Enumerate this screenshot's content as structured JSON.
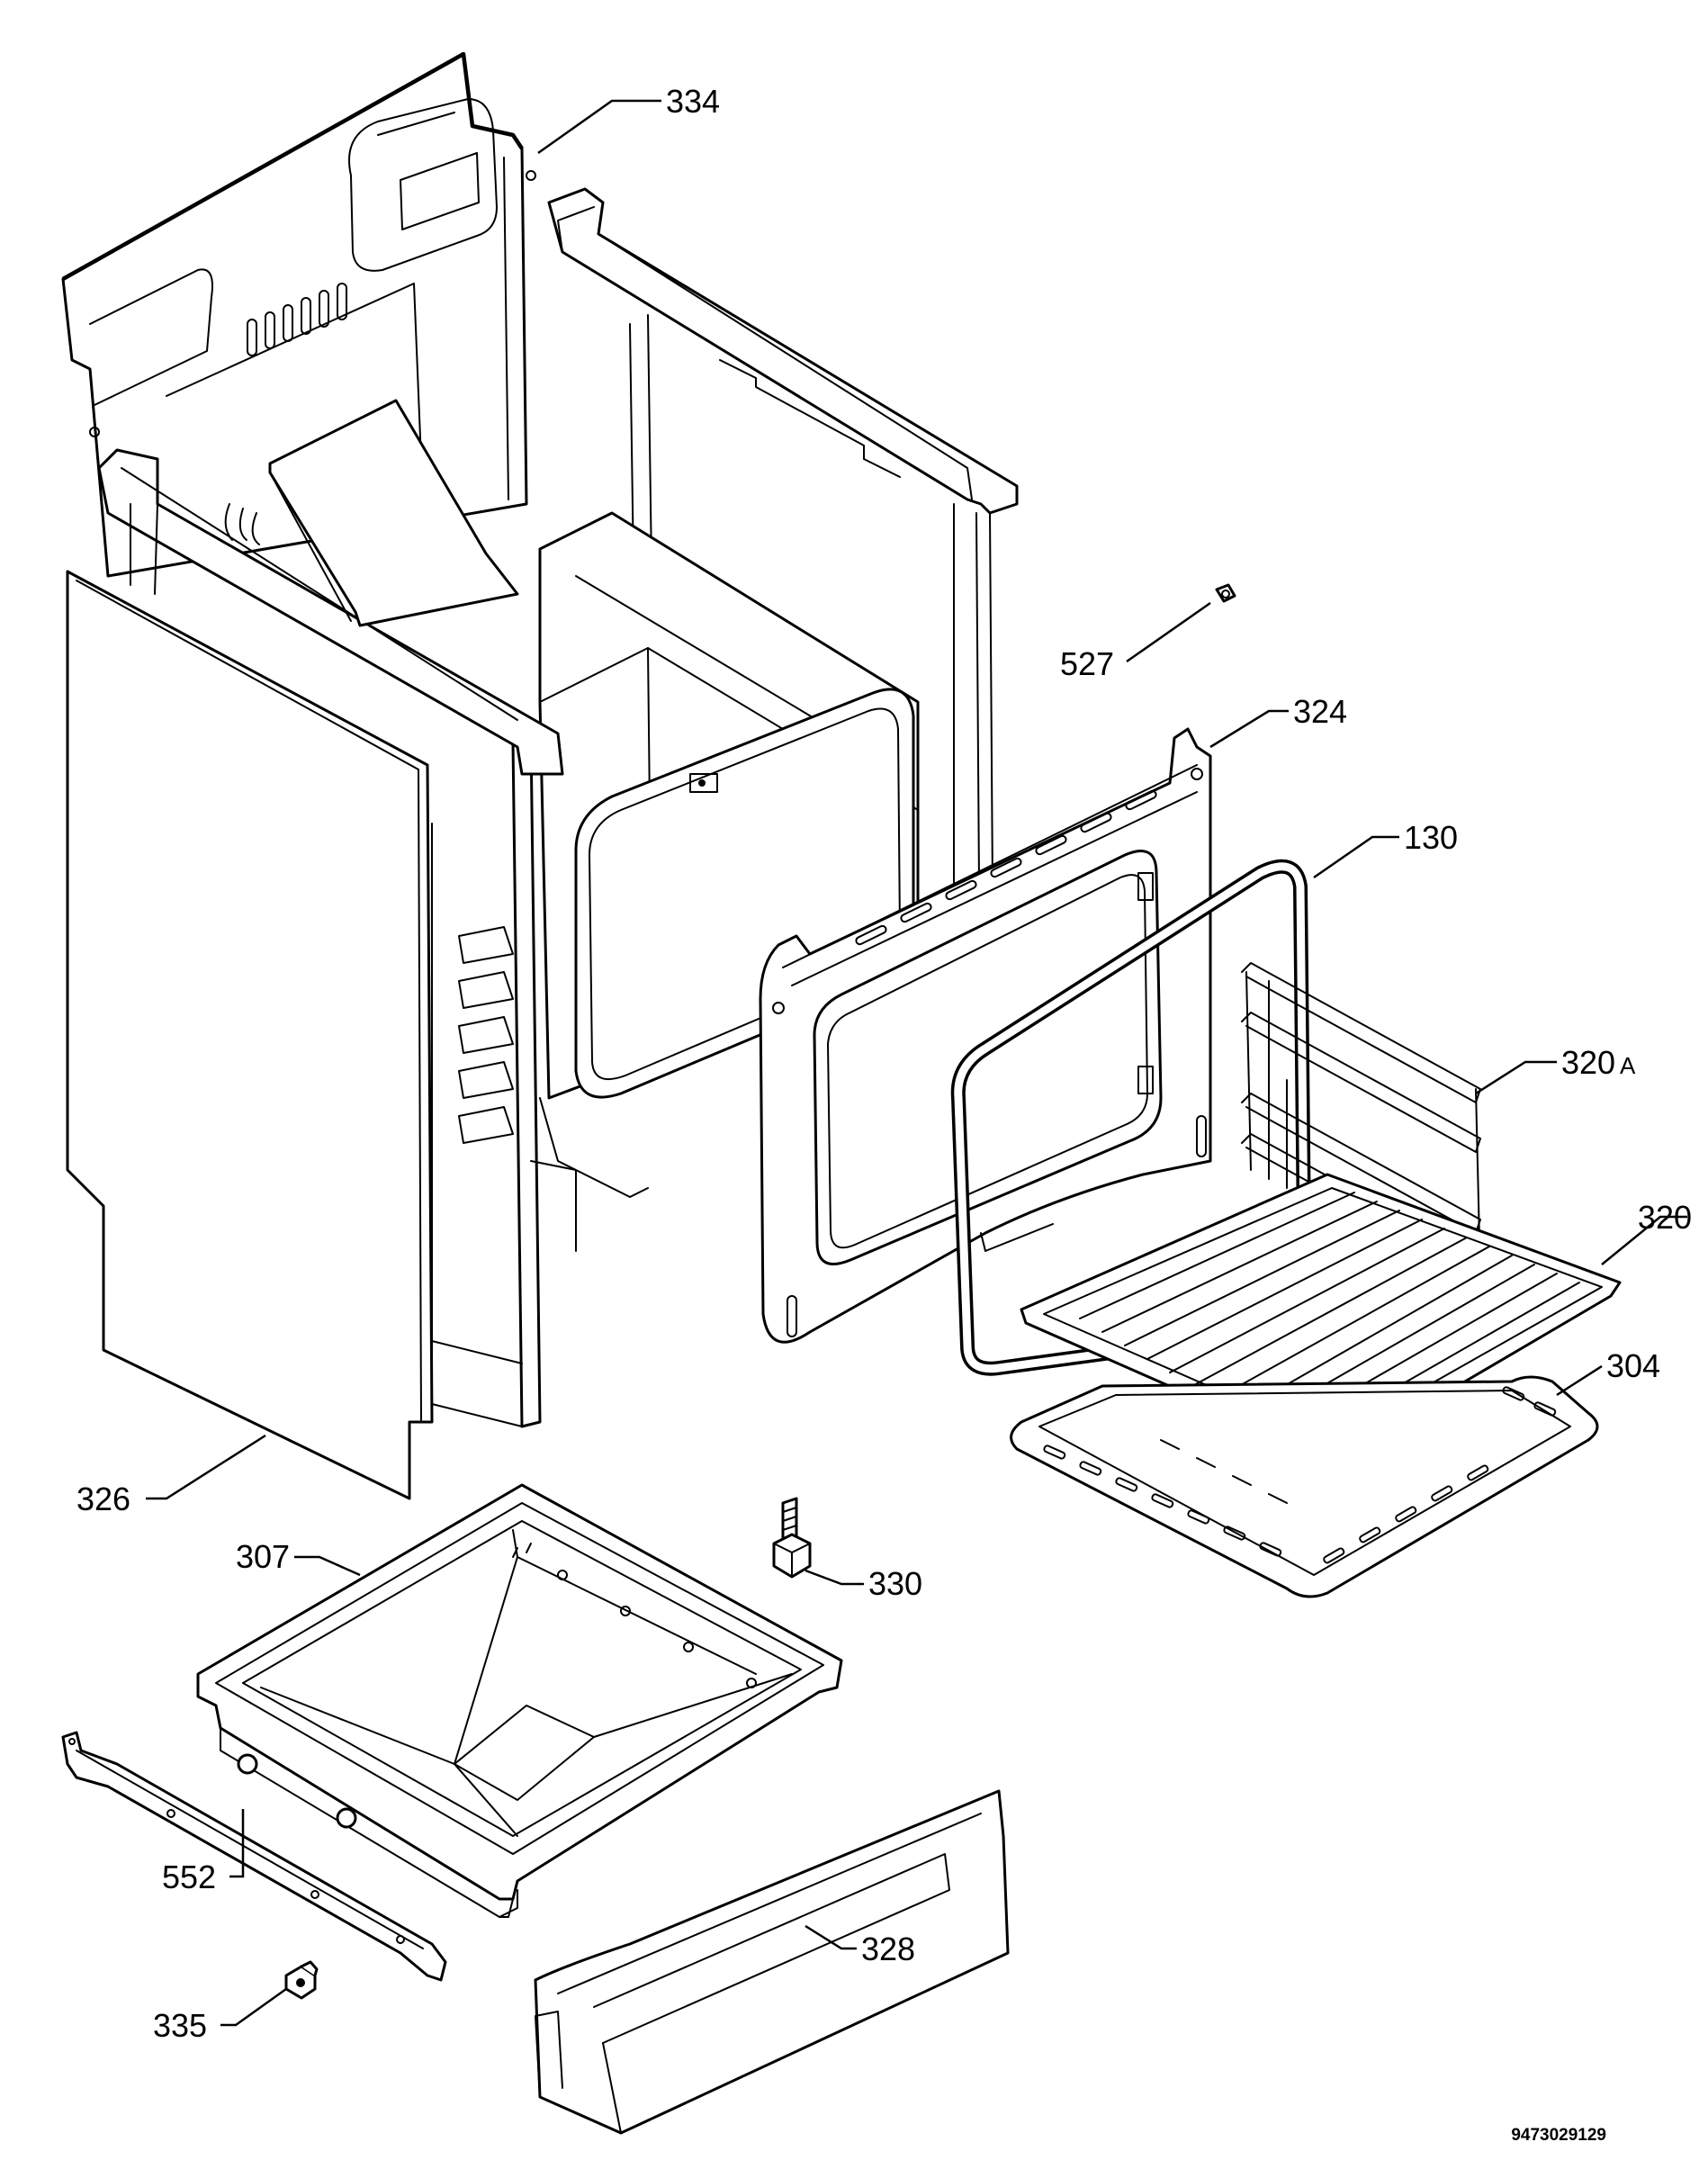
{
  "diagram": {
    "labels": [
      {
        "id": "p334",
        "text": "334"
      },
      {
        "id": "p527",
        "text": "527"
      },
      {
        "id": "p324",
        "text": "324"
      },
      {
        "id": "p130",
        "text": "130"
      },
      {
        "id": "p320a",
        "text": "320",
        "suffix": "A"
      },
      {
        "id": "p320",
        "text": "320"
      },
      {
        "id": "p304",
        "text": "304"
      },
      {
        "id": "p326",
        "text": "326"
      },
      {
        "id": "p330",
        "text": "330"
      },
      {
        "id": "p307",
        "text": "307"
      },
      {
        "id": "p552",
        "text": "552"
      },
      {
        "id": "p335",
        "text": "335"
      },
      {
        "id": "p328",
        "text": "328"
      }
    ],
    "document_number": "9473029129"
  }
}
